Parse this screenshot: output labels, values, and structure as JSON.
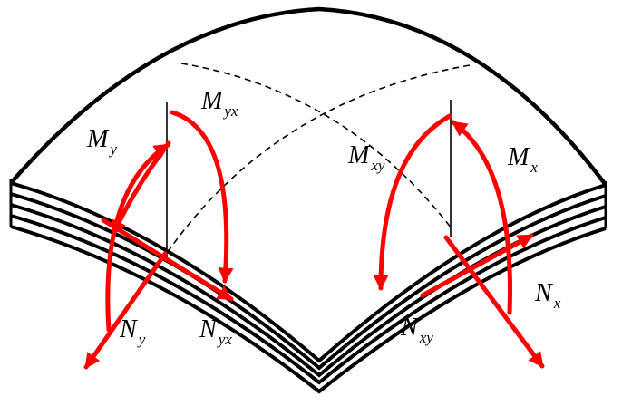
{
  "colors": {
    "force_arrow": "#ff0000",
    "shell_outline": "#000000",
    "background": "#ffffff"
  },
  "labels": {
    "My": {
      "main": "M",
      "sub": "y"
    },
    "Myx": {
      "main": "M",
      "sub": "yx"
    },
    "Mxy": {
      "main": "M",
      "sub": "xy"
    },
    "Mx": {
      "main": "M",
      "sub": "x"
    },
    "Nx": {
      "main": "N",
      "sub": "x"
    },
    "Ny": {
      "main": "N",
      "sub": "y"
    },
    "Nyx": {
      "main": "N",
      "sub": "yx"
    },
    "Nxy": {
      "main": "N",
      "sub": "xy"
    }
  }
}
